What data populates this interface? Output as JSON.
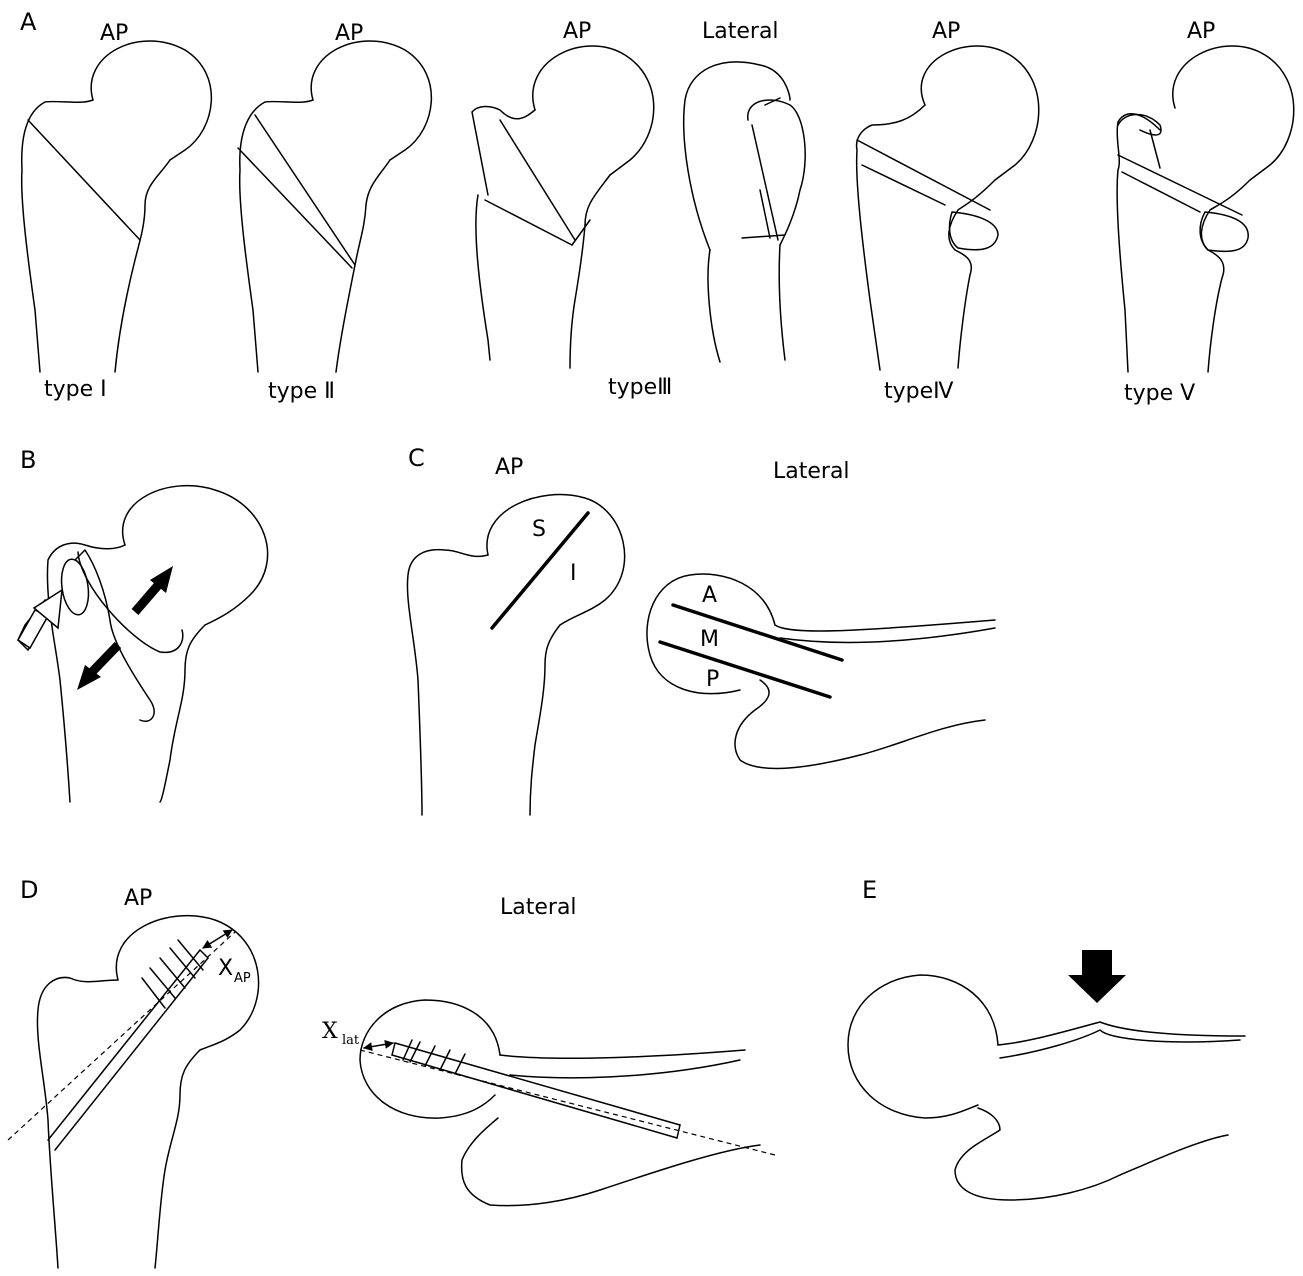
{
  "panels": {
    "a": {
      "letter": "A",
      "views": [
        "AP",
        "AP",
        "AP",
        "Lateral",
        "AP",
        "AP"
      ],
      "types": [
        "type Ⅰ",
        "type Ⅱ",
        "typeⅢ",
        "typeⅣ",
        "type Ⅴ"
      ]
    },
    "b": {
      "letter": "B"
    },
    "c": {
      "letter": "C",
      "ap_label": "AP",
      "lateral_label": "Lateral",
      "zones_ap": [
        "S",
        "I"
      ],
      "zones_lateral": [
        "A",
        "M",
        "P"
      ]
    },
    "d": {
      "letter": "D",
      "ap_label": "AP",
      "lateral_label": "Lateral",
      "x_ap_main": "X",
      "x_ap_sub": "AP",
      "x_lat_main": "X",
      "x_lat_sub": "lat"
    },
    "e": {
      "letter": "E"
    }
  },
  "arrow_fill": "#000000"
}
